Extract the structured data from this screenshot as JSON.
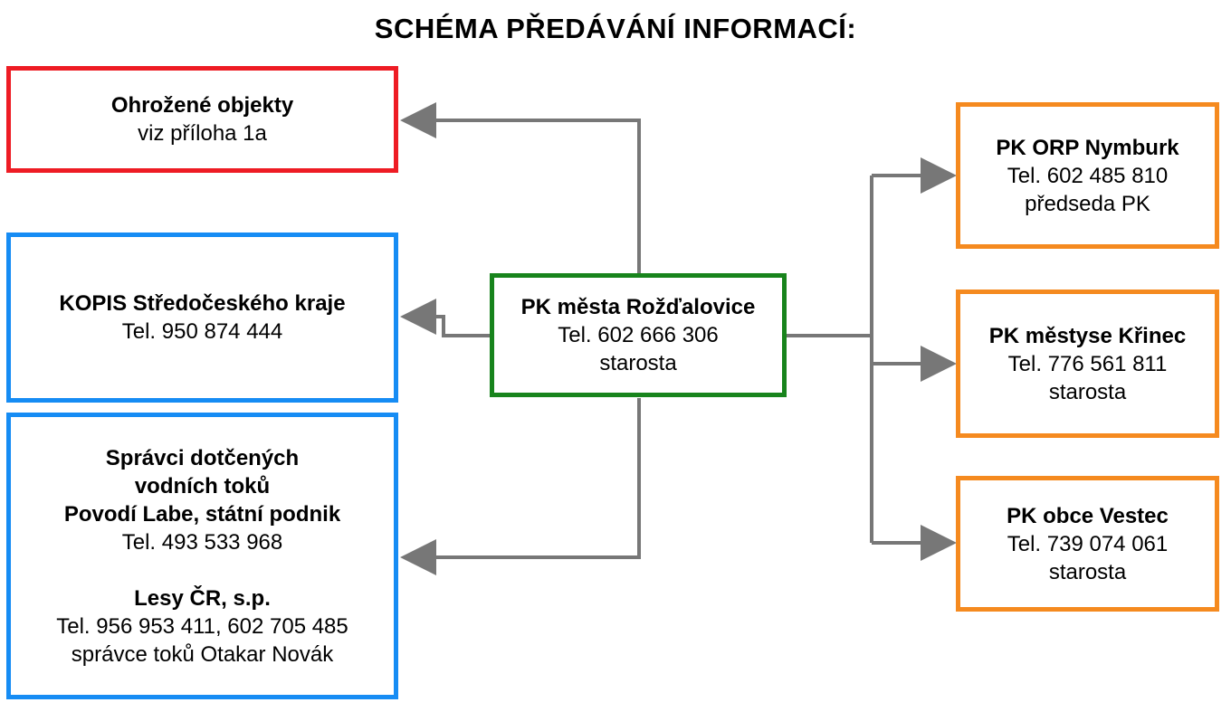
{
  "title": "SCHÉMA PŘEDÁVÁNÍ INFORMACÍ:",
  "colors": {
    "red": "#ee1c24",
    "blue": "#168cf4",
    "green": "#18841c",
    "orange": "#f58a1f",
    "connector": "#777777"
  },
  "center": {
    "name": "PK města Rožďalovice",
    "tel": "Tel. 602 666 306",
    "role": "starosta"
  },
  "left": {
    "threatened": {
      "name": "Ohrožené objekty",
      "note": "viz příloha 1a"
    },
    "kopis": {
      "name": "KOPIS Středočeského kraje",
      "tel": "Tel. 950 874 444"
    },
    "water": {
      "heading_line1": "Správci dotčených",
      "heading_line2": "vodních toků",
      "org1": "Povodí Labe, státní podnik",
      "org1_tel": "Tel. 493 533 968",
      "org2": "Lesy ČR, s.p.",
      "org2_tel": "Tel. 956 953 411, 602 705 485",
      "org2_contact": "správce toků Otakar Novák"
    }
  },
  "right": {
    "orp": {
      "name": "PK ORP Nymburk",
      "tel": "Tel. 602 485 810",
      "role": "předseda PK"
    },
    "krinec": {
      "name": "PK městyse Křinec",
      "tel": "Tel. 776 561 811",
      "role": "starosta"
    },
    "vestec": {
      "name": "PK obce Vestec",
      "tel": "Tel. 739 074 061",
      "role": "starosta"
    }
  }
}
